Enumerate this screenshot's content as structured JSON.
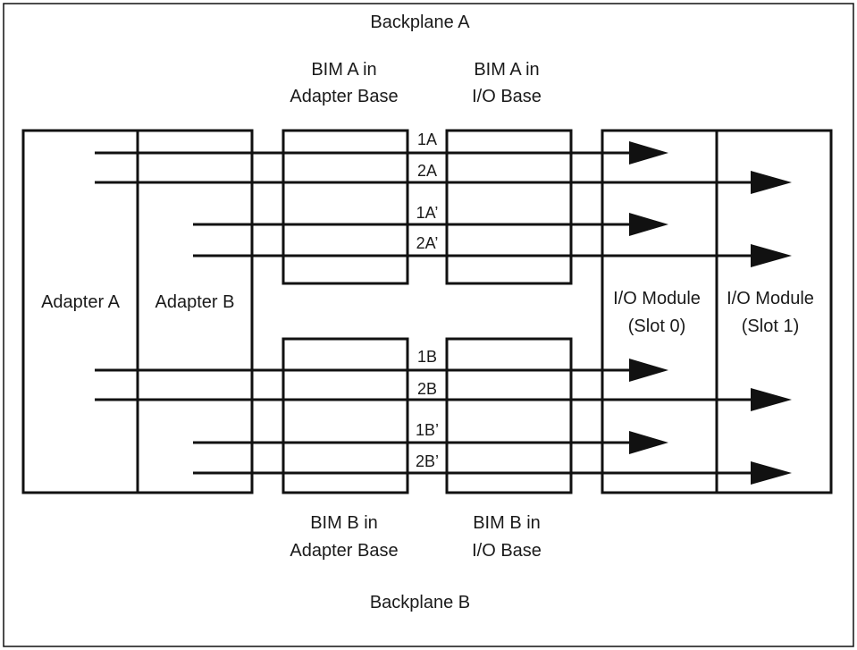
{
  "backplane_a": "Backplane A",
  "backplane_b": "Backplane B",
  "bim_a_adapter": [
    "BIM A in",
    "Adapter Base"
  ],
  "bim_a_io": [
    "BIM A in",
    "I/O Base"
  ],
  "bim_b_adapter": [
    "BIM B in",
    "Adapter Base"
  ],
  "bim_b_io": [
    "BIM B in",
    "I/O Base"
  ],
  "adapter_a": "Adapter A",
  "adapter_b": "Adapter B",
  "io_module_slot0": [
    "I/O Module",
    "(Slot 0)"
  ],
  "io_module_slot1": [
    "I/O Module",
    "(Slot 1)"
  ],
  "signals": {
    "s1a": "1A",
    "s2a": "2A",
    "s1a_prime": "1A’",
    "s2a_prime": "2A’",
    "s1b": "1B",
    "s2b": "2B",
    "s1b_prime": "1B’",
    "s2b_prime": "2B’"
  }
}
